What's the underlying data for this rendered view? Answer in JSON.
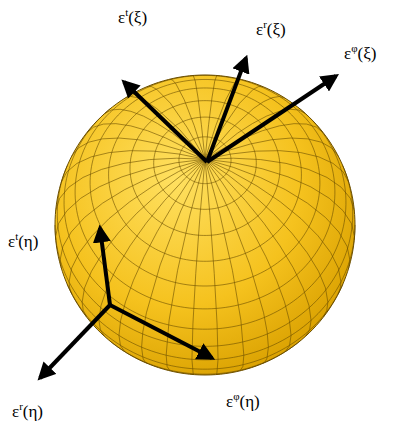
{
  "diagram": {
    "labels": [
      "εt(ξ)",
      "εr(ξ)",
      "εφ(ξ)",
      "εt(η)",
      "εφ(η)",
      "εr(η)"
    ]
  }
}
